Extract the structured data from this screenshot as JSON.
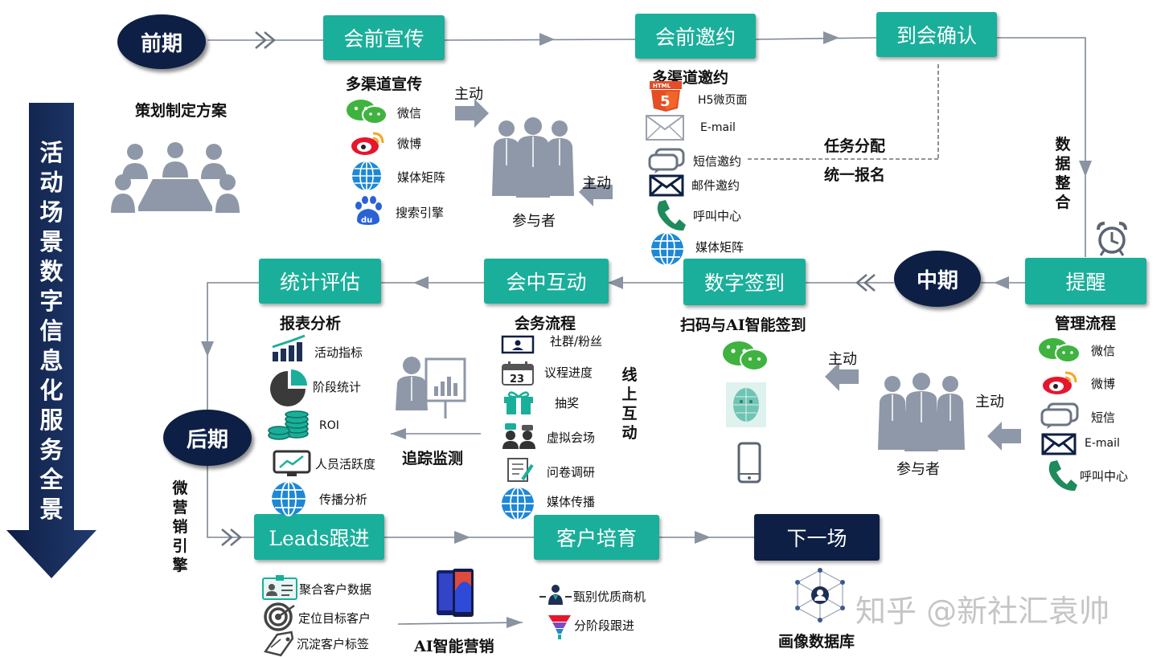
{
  "colors": {
    "teal": "#1aaf9a",
    "navy": "#0e1f45",
    "gray": "#808a99",
    "icon_gray": "#8f98a8",
    "weibo_red": "#e6162d",
    "wechat_green": "#3fb33f",
    "globe_blue": "#1e88d6",
    "html5_orange": "#e44d26",
    "phone_green": "#1f8a5c"
  },
  "banner": {
    "title": "活动场景数字信息化服务全景"
  },
  "phases": {
    "early": "前期",
    "mid": "中期",
    "late": "后期"
  },
  "stages": {
    "promo": "会前宣传",
    "invite": "会前邀约",
    "confirm": "到会确认",
    "remind": "提醒",
    "signin": "数字签到",
    "interact": "会中互动",
    "stats": "统计评估",
    "leads": "Leads跟进",
    "nurture": "客户培育",
    "next": "下一场"
  },
  "early": {
    "plan_label": "策划制定方案"
  },
  "promo": {
    "heading": "多渠道宣传",
    "items": [
      {
        "icon": "wechat-icon",
        "label": "微信"
      },
      {
        "icon": "weibo-icon",
        "label": "微博"
      },
      {
        "icon": "globe-icon",
        "label": "媒体矩阵"
      },
      {
        "icon": "baidu-icon",
        "label": "搜索引擎"
      }
    ]
  },
  "participants": {
    "label_top": "参与者",
    "label_mid": "参与者",
    "active": "主动"
  },
  "invite": {
    "heading": "多渠道邀约",
    "items": [
      {
        "icon": "html5-icon",
        "label": "H5微页面"
      },
      {
        "icon": "envelope-icon",
        "label": "E-mail"
      },
      {
        "icon": "sms-icon",
        "label": "短信邀约"
      },
      {
        "icon": "mail-icon",
        "label": "邮件邀约"
      },
      {
        "icon": "phone-icon",
        "label": "呼叫中心"
      },
      {
        "icon": "globe-icon",
        "label": "媒体矩阵"
      }
    ]
  },
  "task": {
    "line1": "任务分配",
    "line2": "统一报名"
  },
  "data_merge": {
    "label": "数据整合"
  },
  "remind": {
    "heading": "管理流程",
    "items": [
      {
        "icon": "wechat-icon",
        "label": "微信"
      },
      {
        "icon": "weibo-icon",
        "label": "微博"
      },
      {
        "icon": "sms-icon",
        "label": "短信"
      },
      {
        "icon": "mail-icon",
        "label": "E-mail"
      },
      {
        "icon": "phone-icon",
        "label": "呼叫中心"
      }
    ]
  },
  "signin": {
    "heading": "扫码与AI智能签到"
  },
  "interact": {
    "heading": "会务流程",
    "online_label": "线上互动",
    "items": [
      {
        "icon": "screen-icon",
        "label": "社群/粉丝"
      },
      {
        "icon": "calendar-icon",
        "label": "议程进度"
      },
      {
        "icon": "gift-icon",
        "label": "抽奖"
      },
      {
        "icon": "chat-people-icon",
        "label": "虚拟会场"
      },
      {
        "icon": "survey-icon",
        "label": "问卷调研"
      },
      {
        "icon": "globe-icon",
        "label": "媒体传播"
      }
    ]
  },
  "tracking": {
    "label": "追踪监测"
  },
  "stats": {
    "heading": "报表分析",
    "items": [
      {
        "icon": "bar-chart-icon",
        "label": "活动指标"
      },
      {
        "icon": "pie-chart-icon",
        "label": "阶段统计"
      },
      {
        "icon": "coins-icon",
        "label": "ROI"
      },
      {
        "icon": "monitor-icon",
        "label": "人员活跃度"
      },
      {
        "icon": "globe-icon",
        "label": "传播分析"
      }
    ]
  },
  "micro": {
    "label": "微营销引擎"
  },
  "leads": {
    "items": [
      {
        "icon": "id-card-icon",
        "label": "聚合客户数据"
      },
      {
        "icon": "target-icon",
        "label": "定位目标客户"
      },
      {
        "icon": "tag-icon",
        "label": "沉淀客户标签"
      }
    ]
  },
  "ai": {
    "label": "AI智能营销"
  },
  "nurture": {
    "items": [
      {
        "icon": "filter-person-icon",
        "label": "甄别优质商机"
      },
      {
        "icon": "funnel-icon",
        "label": "分阶段跟进"
      }
    ]
  },
  "next": {
    "db_label": "画像数据库"
  },
  "watermark": {
    "text": "知乎 @新社汇袁帅"
  }
}
